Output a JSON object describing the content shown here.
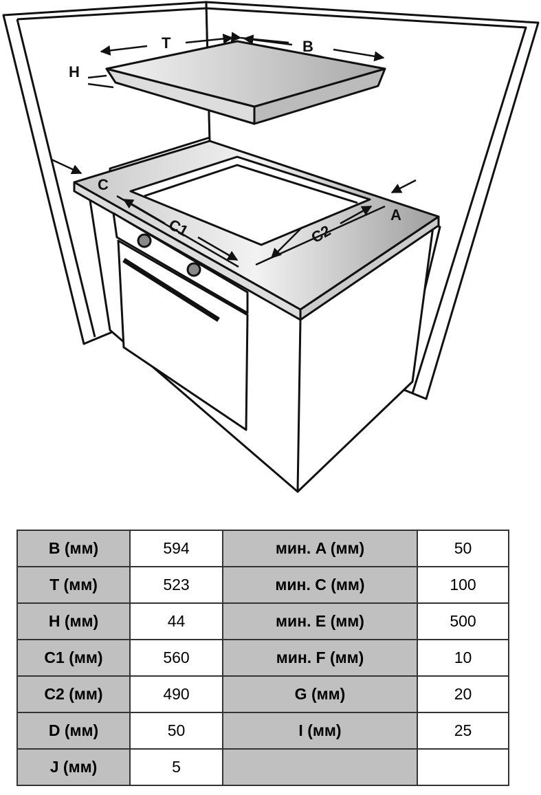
{
  "diagram": {
    "labels": {
      "T": "T",
      "B": "B",
      "H": "H",
      "C": "C",
      "A": "A",
      "C1": "C1",
      "C2": "C2"
    },
    "colors": {
      "line": "#111111",
      "fill_gradient_light": "#f2f2f2",
      "fill_gradient_dark": "#a8a8a8"
    }
  },
  "table": {
    "rows": [
      {
        "k1": "B (мм)",
        "v1": "594",
        "k2": "мин. A (мм)",
        "v2": "50"
      },
      {
        "k1": "T (мм)",
        "v1": "523",
        "k2": "мин. C (мм)",
        "v2": "100"
      },
      {
        "k1": "H (мм)",
        "v1": "44",
        "k2": "мин. E (мм)",
        "v2": "500"
      },
      {
        "k1": "C1 (мм)",
        "v1": "560",
        "k2": "мин. F (мм)",
        "v2": "10"
      },
      {
        "k1": "C2 (мм)",
        "v1": "490",
        "k2": "G (мм)",
        "v2": "20"
      },
      {
        "k1": "D (мм)",
        "v1": "50",
        "k2": "I (мм)",
        "v2": "25"
      },
      {
        "k1": "J (мм)",
        "v1": "5",
        "k2": "",
        "v2": ""
      }
    ],
    "header_bg": "#c0c0c0"
  }
}
